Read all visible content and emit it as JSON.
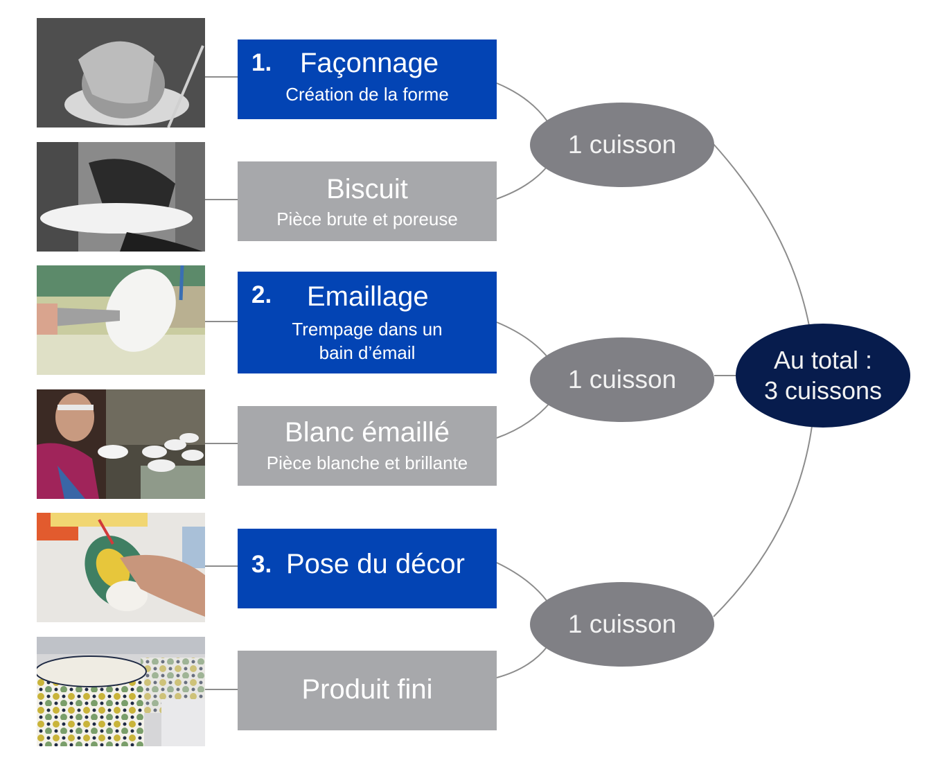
{
  "colors": {
    "step_box": "#0344b4",
    "result_box": "#a7a8ab",
    "cuisson_ellipse": "#808085",
    "total_ellipse": "#071c4d",
    "connector": "#8c8c8c"
  },
  "rows": [
    {
      "kind": "step",
      "number": "1.",
      "title": "Façonnage",
      "subtitle": "Création de la forme",
      "photo": "potter-hands-on-wheel-photo"
    },
    {
      "kind": "result",
      "title": "Biscuit",
      "subtitle": "Pièce brute et poreuse",
      "photo": "hand-holding-plate-photo"
    },
    {
      "kind": "step",
      "number": "2.",
      "title": "Emaillage",
      "subtitle_lines": [
        "Trempage dans un",
        "bain d’émail"
      ],
      "photo": "plate-dipped-in-glaze-photo"
    },
    {
      "kind": "result",
      "title": "Blanc émaillé",
      "subtitle": "Pièce blanche et brillante",
      "photo": "woman-inspecting-lids-photo"
    },
    {
      "kind": "step",
      "number": "3.",
      "title": "Pose du décor",
      "photo": "painting-mug-decor-photo"
    },
    {
      "kind": "result",
      "title": "Produit fini",
      "photo": "decorated-bowls-photo"
    }
  ],
  "firings": [
    {
      "label": "1 cuisson"
    },
    {
      "label": "1 cuisson"
    },
    {
      "label": "1 cuisson"
    }
  ],
  "total": {
    "line1": "Au total :",
    "line2": "3 cuissons"
  }
}
